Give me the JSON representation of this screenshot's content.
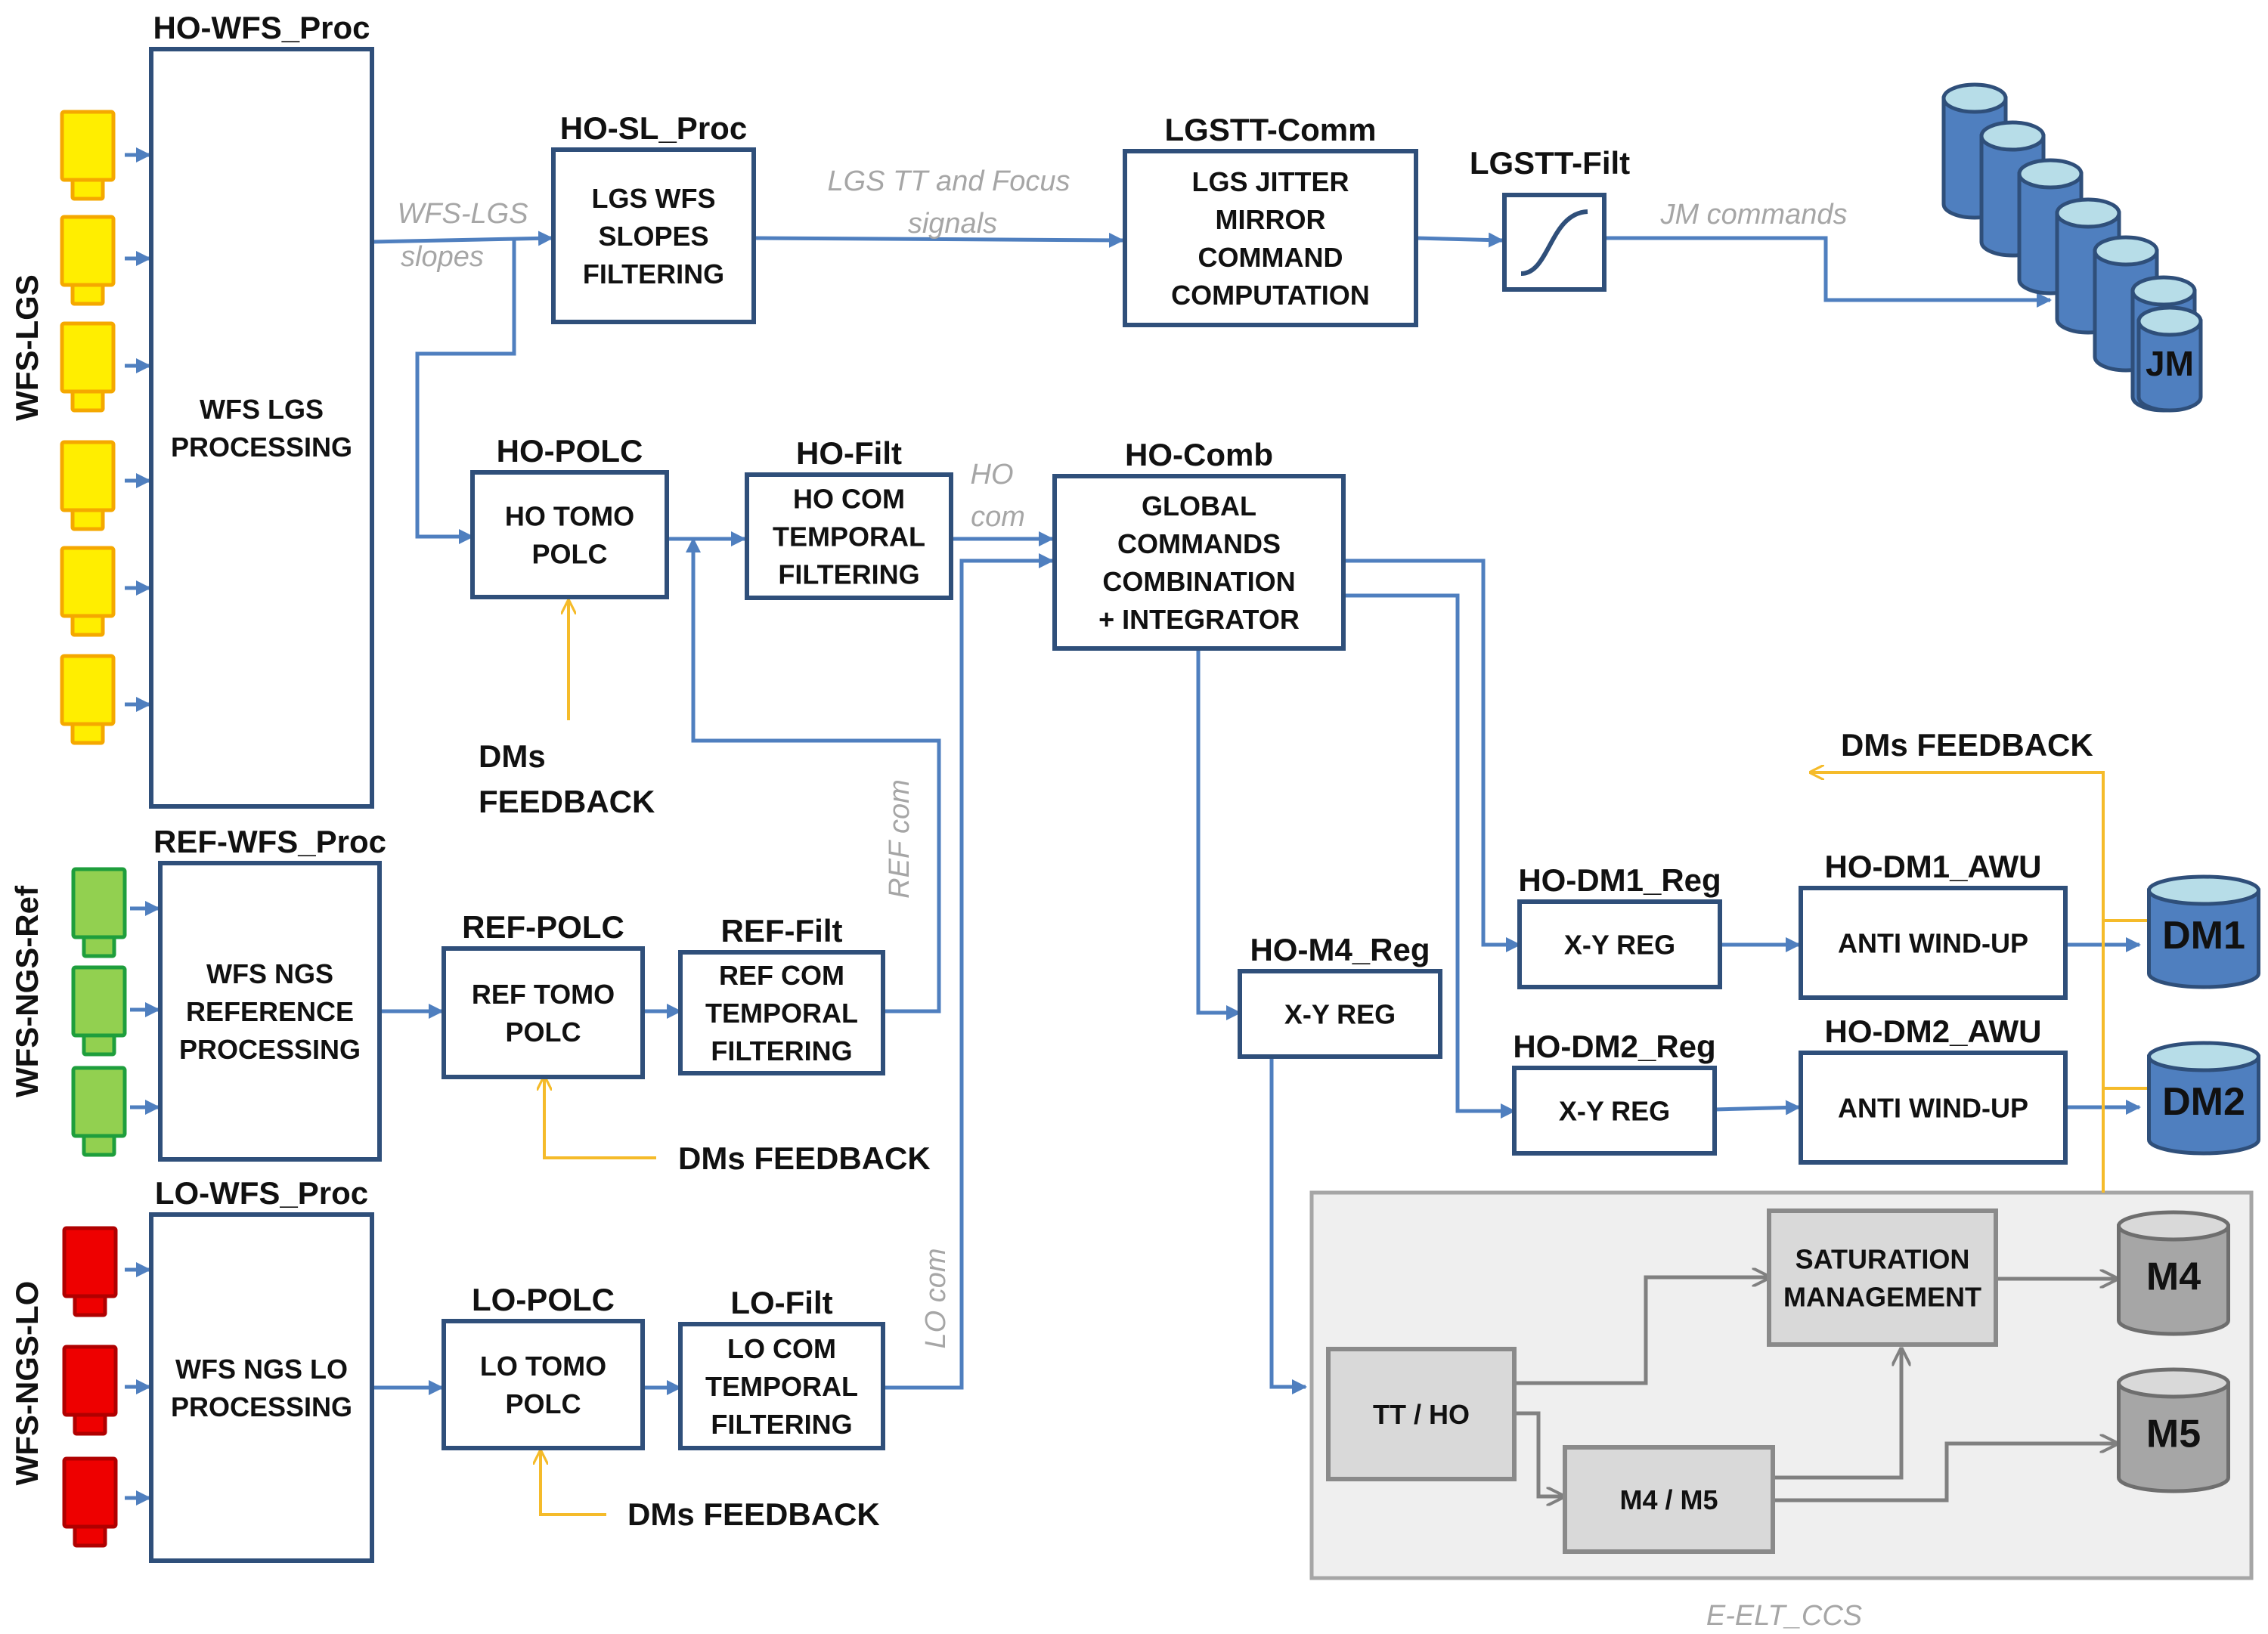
{
  "blocks": {
    "ho_wfs_proc": {
      "title": "HO-WFS_Proc",
      "lines": [
        "WFS LGS",
        "PROCESSING"
      ]
    },
    "ho_sl_proc": {
      "title": "HO-SL_Proc",
      "lines": [
        "LGS WFS",
        "SLOPES",
        "FILTERING"
      ]
    },
    "lgstt_comm": {
      "title": "LGSTT-Comm",
      "lines": [
        "LGS JITTER",
        "MIRROR",
        "COMMAND",
        "COMPUTATION"
      ]
    },
    "lgstt_filt": {
      "title": "LGSTT-Filt"
    },
    "ho_polc": {
      "title": "HO-POLC",
      "lines": [
        "HO TOMO",
        "POLC"
      ]
    },
    "ho_filt": {
      "title": "HO-Filt",
      "lines": [
        "HO COM",
        "TEMPORAL",
        "FILTERING"
      ]
    },
    "ho_comb": {
      "title": "HO-Comb",
      "lines": [
        "GLOBAL",
        "COMMANDS",
        "COMBINATION",
        "+ INTEGRATOR"
      ]
    },
    "ref_wfs_proc": {
      "title": "REF-WFS_Proc",
      "lines": [
        "WFS NGS",
        "REFERENCE",
        "PROCESSING"
      ]
    },
    "ref_polc": {
      "title": "REF-POLC",
      "lines": [
        "REF TOMO",
        "POLC"
      ]
    },
    "ref_filt": {
      "title": "REF-Filt",
      "lines": [
        "REF COM",
        "TEMPORAL",
        "FILTERING"
      ]
    },
    "lo_wfs_proc": {
      "title": "LO-WFS_Proc",
      "lines": [
        "WFS NGS LO",
        "PROCESSING"
      ]
    },
    "lo_polc": {
      "title": "LO-POLC",
      "lines": [
        "LO TOMO",
        "POLC"
      ]
    },
    "lo_filt": {
      "title": "LO-Filt",
      "lines": [
        "LO COM",
        "TEMPORAL",
        "FILTERING"
      ]
    },
    "ho_m4_reg": {
      "title": "HO-M4_Reg",
      "lines": [
        "X-Y REG"
      ]
    },
    "ho_dm1_reg": {
      "title": "HO-DM1_Reg",
      "lines": [
        "X-Y REG"
      ]
    },
    "ho_dm2_reg": {
      "title": "HO-DM2_Reg",
      "lines": [
        "X-Y REG"
      ]
    },
    "ho_dm1_awu": {
      "title": "HO-DM1_AWU",
      "lines": [
        "ANTI WIND-UP"
      ]
    },
    "ho_dm2_awu": {
      "title": "HO-DM2_AWU",
      "lines": [
        "ANTI WIND-UP"
      ]
    },
    "tt_ho": {
      "lines": [
        "TT / HO"
      ]
    },
    "m4_m5": {
      "lines": [
        "M4 / M5"
      ]
    },
    "saturation": {
      "lines": [
        "SATURATION",
        "MANAGEMENT"
      ]
    }
  },
  "signals": {
    "wfs_lgs_slopes": [
      "WFS-LGS",
      "slopes"
    ],
    "lgs_tt_focus": [
      "LGS TT and Focus",
      "signals"
    ],
    "jm_commands": "JM commands",
    "ho_com": [
      "HO",
      "com"
    ],
    "ref_com": "REF com",
    "lo_com": "LO com"
  },
  "feedback": {
    "ho_polc": [
      "DMs",
      "FEEDBACK"
    ],
    "ref_polc": "DMs FEEDBACK",
    "lo_polc": "DMs FEEDBACK",
    "dm_loop": "DMs FEEDBACK"
  },
  "wfs_groups": {
    "lgs": "WFS-LGS",
    "ref": "WFS-NGS-Ref",
    "lo": "WFS-NGS-LO"
  },
  "mirrors": {
    "jm": "JM",
    "dm1": "DM1",
    "dm2": "DM2",
    "m4": "M4",
    "m5": "M5"
  },
  "ccs_label": "E-ELT_CCS",
  "colors": {
    "block_border": "#2f4f7a",
    "arrow": "#4f7fbf",
    "feedback_arrow": "#f5bb2a",
    "lgs_sensor": "#ffee00",
    "ref_sensor": "#92d050",
    "lo_sensor": "#ee0000",
    "mirror_blue": "#4f7fbf",
    "mirror_grey": "#a6a6a6",
    "ccs_panel": "#efefef"
  }
}
